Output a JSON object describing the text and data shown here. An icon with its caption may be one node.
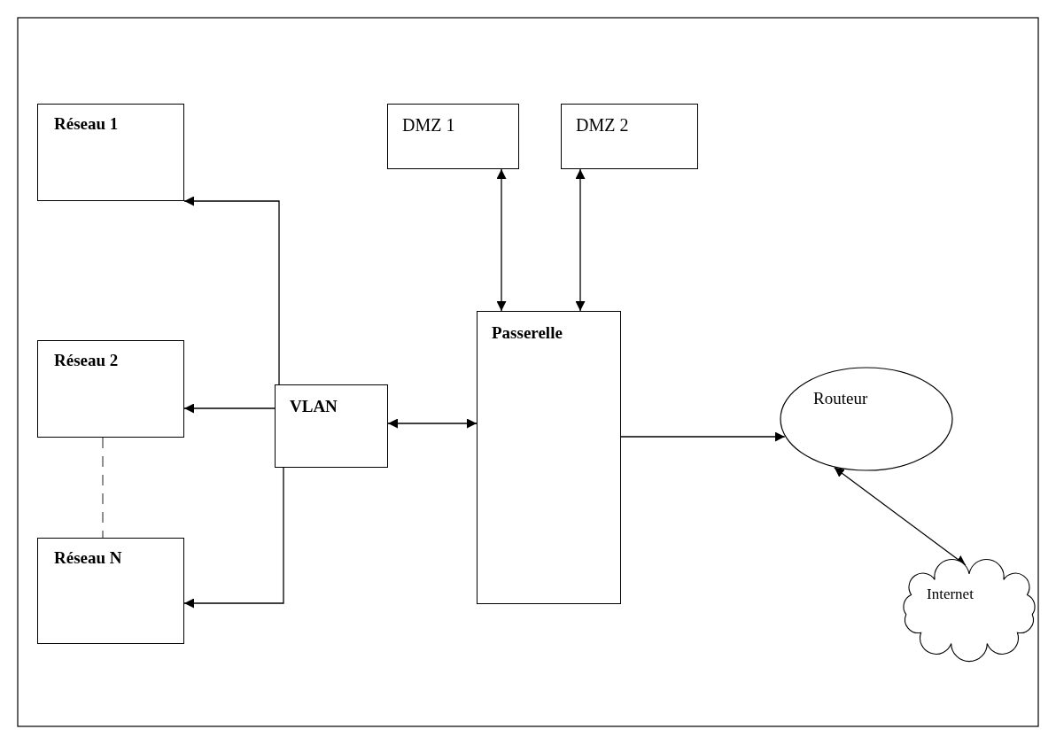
{
  "diagram": {
    "nodes": [
      {
        "text": [
          "Réseau 1"
        ]
      },
      {
        "text": [
          "DMZ 1"
        ]
      },
      {
        "text": [
          "DMZ 2"
        ]
      },
      {
        "text": [
          "Réseau 2"
        ]
      },
      {
        "text": [
          "Passerelle"
        ]
      },
      {
        "text": [
          "VLAN"
        ]
      },
      {
        "text": [
          "Routeur"
        ]
      },
      {
        "text": [
          "Réseau N"
        ]
      },
      {
        "text": [
          "Internet"
        ]
      }
    ],
    "edges": [
      {
        "from": 5,
        "to": 0,
        "arrow": "to"
      },
      {
        "from": 5,
        "to": 3,
        "arrow": "to"
      },
      {
        "from": 5,
        "to": 7,
        "arrow": "to"
      },
      {
        "from": 5,
        "to": 4,
        "arrow": "both"
      },
      {
        "from": 1,
        "to": 4,
        "arrow": "both"
      },
      {
        "from": 2,
        "to": 4,
        "arrow": "both"
      },
      {
        "from": 4,
        "to": 6,
        "arrow": "to"
      },
      {
        "from": 6,
        "to": 8,
        "arrow": "both"
      },
      {
        "from": 3,
        "to": 7,
        "arrow": "none",
        "style": "dashed"
      }
    ]
  }
}
